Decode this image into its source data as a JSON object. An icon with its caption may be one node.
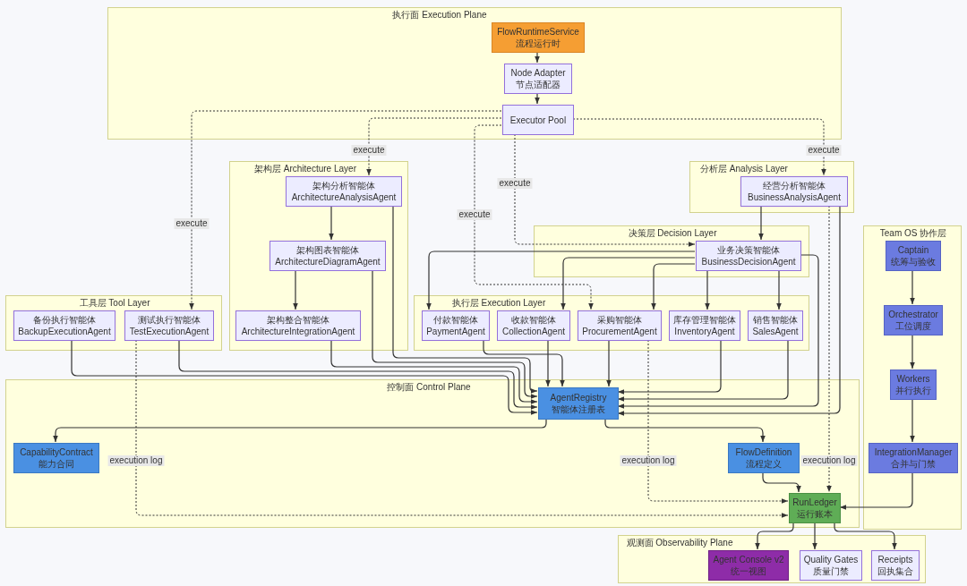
{
  "diagram": {
    "nodes": [
      {
        "text": [
          "执行面 Execution Plane"
        ]
      },
      {
        "text": [
          "FlowRuntimeService",
          "流程运行时"
        ],
        "in": 0
      },
      {
        "text": [
          "Node Adapter",
          "节点适配器"
        ],
        "in": 0
      },
      {
        "text": [
          "Executor Pool"
        ],
        "in": 0
      },
      {
        "text": [
          "架构层 Architecture Layer"
        ]
      },
      {
        "text": [
          "架构分析智能体",
          "ArchitectureAnalysisAgent"
        ],
        "in": 4
      },
      {
        "text": [
          "架构图表智能体",
          "ArchitectureDiagramAgent"
        ],
        "in": 4
      },
      {
        "text": [
          "架构整合智能体",
          "ArchitectureIntegrationAgent"
        ],
        "in": 4
      },
      {
        "text": [
          "分析层 Analysis Layer"
        ]
      },
      {
        "text": [
          "经营分析智能体",
          "BusinessAnalysisAgent"
        ],
        "in": 8
      },
      {
        "text": [
          "决策层 Decision Layer"
        ]
      },
      {
        "text": [
          "业务决策智能体",
          "BusinessDecisionAgent"
        ],
        "in": 10
      },
      {
        "text": [
          "Team OS 协作层"
        ]
      },
      {
        "text": [
          "Captain",
          "统筹与验收"
        ],
        "in": 12
      },
      {
        "text": [
          "Orchestrator",
          "工位调度"
        ],
        "in": 12
      },
      {
        "text": [
          "Workers",
          "并行执行"
        ],
        "in": 12
      },
      {
        "text": [
          "IntegrationManager",
          "合并与门禁"
        ],
        "in": 12
      },
      {
        "text": [
          "工具层 Tool Layer"
        ]
      },
      {
        "text": [
          "备份执行智能体",
          "BackupExecutionAgent"
        ],
        "in": 17
      },
      {
        "text": [
          "测试执行智能体",
          "TestExecutionAgent"
        ],
        "in": 17
      },
      {
        "text": [
          "执行层 Execution Layer"
        ]
      },
      {
        "text": [
          "付款智能体",
          "PaymentAgent"
        ],
        "in": 20
      },
      {
        "text": [
          "收款智能体",
          "CollectionAgent"
        ],
        "in": 20
      },
      {
        "text": [
          "采购智能体",
          "ProcurementAgent"
        ],
        "in": 20
      },
      {
        "text": [
          "库存管理智能体",
          "InventoryAgent"
        ],
        "in": 20
      },
      {
        "text": [
          "销售智能体",
          "SalesAgent"
        ],
        "in": 20
      },
      {
        "text": [
          "控制面 Control Plane"
        ]
      },
      {
        "text": [
          "AgentRegistry",
          "智能体注册表"
        ],
        "in": 26
      },
      {
        "text": [
          "CapabilityContract",
          "能力合同"
        ],
        "in": 26
      },
      {
        "text": [
          "FlowDefinition",
          "流程定义"
        ],
        "in": 26
      },
      {
        "text": [
          "RunLedger",
          "运行账本"
        ],
        "in": 26
      },
      {
        "text": [
          "观测面 Observability Plane"
        ]
      },
      {
        "text": [
          "Agent Console v2",
          "统一视图"
        ],
        "in": 31
      },
      {
        "text": [
          "Quality Gates",
          "质量门禁"
        ],
        "in": 31
      },
      {
        "text": [
          "Receipts",
          "回执集合"
        ],
        "in": 31
      }
    ],
    "edges": [
      {
        "from": 1,
        "to": 2,
        "arrow": "to"
      },
      {
        "from": 2,
        "to": 3,
        "arrow": "to"
      },
      {
        "from": 3,
        "to": 5,
        "arrow": "to",
        "label": "execute",
        "style": "dashed"
      },
      {
        "from": 3,
        "to": 9,
        "arrow": "to",
        "label": "execute",
        "style": "dashed"
      },
      {
        "from": 3,
        "to": 19,
        "arrow": "to",
        "label": "execute",
        "style": "dashed"
      },
      {
        "from": 3,
        "to": 11,
        "arrow": "to",
        "label": "execute",
        "style": "dashed"
      },
      {
        "from": 3,
        "to": 23,
        "arrow": "to",
        "label": "execute",
        "style": "dashed"
      },
      {
        "from": 5,
        "to": 6,
        "arrow": "to"
      },
      {
        "from": 6,
        "to": 7,
        "arrow": "to"
      },
      {
        "from": 9,
        "to": 11,
        "arrow": "to"
      },
      {
        "from": 11,
        "to": 21,
        "arrow": "to"
      },
      {
        "from": 11,
        "to": 22,
        "arrow": "to"
      },
      {
        "from": 11,
        "to": 23,
        "arrow": "to"
      },
      {
        "from": 11,
        "to": 24,
        "arrow": "to"
      },
      {
        "from": 11,
        "to": 25,
        "arrow": "to"
      },
      {
        "from": 18,
        "to": 27,
        "arrow": "to"
      },
      {
        "from": 19,
        "to": 27,
        "arrow": "to"
      },
      {
        "from": 7,
        "to": 27,
        "arrow": "to"
      },
      {
        "from": 6,
        "to": 27,
        "arrow": "to"
      },
      {
        "from": 5,
        "to": 27,
        "arrow": "to"
      },
      {
        "from": 21,
        "to": 27,
        "arrow": "to"
      },
      {
        "from": 22,
        "to": 27,
        "arrow": "to"
      },
      {
        "from": 23,
        "to": 27,
        "arrow": "to"
      },
      {
        "from": 24,
        "to": 27,
        "arrow": "to"
      },
      {
        "from": 25,
        "to": 27,
        "arrow": "to"
      },
      {
        "from": 11,
        "to": 27,
        "arrow": "to"
      },
      {
        "from": 9,
        "to": 27,
        "arrow": "to"
      },
      {
        "from": 27,
        "to": 28,
        "arrow": "to"
      },
      {
        "from": 27,
        "to": 29,
        "arrow": "to"
      },
      {
        "from": 19,
        "to": 30,
        "arrow": "to",
        "label": "execution log",
        "style": "dashed"
      },
      {
        "from": 23,
        "to": 30,
        "arrow": "to",
        "label": "execution log",
        "style": "dashed"
      },
      {
        "from": 9,
        "to": 30,
        "arrow": "to",
        "label": "execution log",
        "style": "dashed"
      },
      {
        "from": 29,
        "to": 30,
        "arrow": "to"
      },
      {
        "from": 16,
        "to": 30,
        "arrow": "to"
      },
      {
        "from": 13,
        "to": 14,
        "arrow": "to"
      },
      {
        "from": 14,
        "to": 15,
        "arrow": "to"
      },
      {
        "from": 15,
        "to": 16,
        "arrow": "to"
      },
      {
        "from": 30,
        "to": 32,
        "arrow": "to"
      },
      {
        "from": 30,
        "to": 33,
        "arrow": "to"
      },
      {
        "from": 30,
        "to": 34,
        "arrow": "to"
      }
    ]
  }
}
